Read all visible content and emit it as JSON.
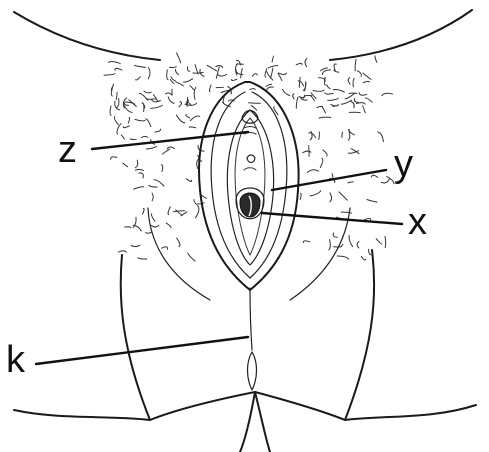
{
  "labels": {
    "z": "z",
    "y": "y",
    "x": "x",
    "k": "k"
  },
  "colors": {
    "ink": "#1a1a1a",
    "background": "#ffffff",
    "opening_fill": "#2a2a2a"
  }
}
